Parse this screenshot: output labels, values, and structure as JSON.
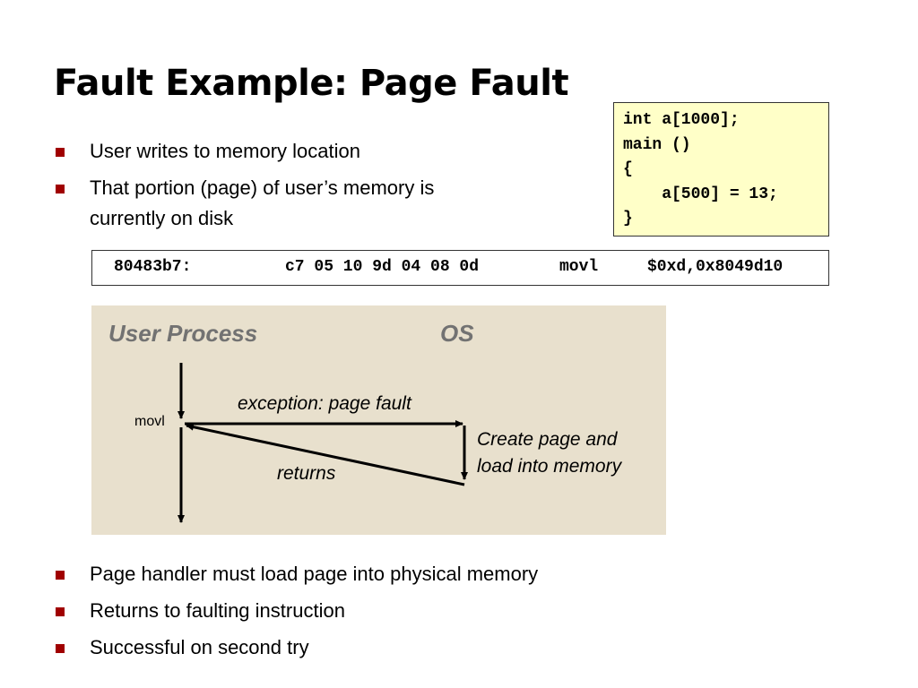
{
  "title": "Fault Example: Page Fault",
  "bullets_top": [
    "User writes to memory location",
    "That portion (page) of user’s memory is currently on disk"
  ],
  "code_lines": [
    "int a[1000];",
    "main ()",
    "{",
    "    a[500] = 13;",
    "}"
  ],
  "asm": {
    "address": "80483b7:",
    "bytes": "c7 05 10 9d 04 08 0d",
    "mnemonic": "movl",
    "operands": "$0xd,0x8049d10"
  },
  "diagram": {
    "user_process_label": "User Process",
    "os_label": "OS",
    "movl_label": "movl",
    "exception_label": "exception: page fault",
    "returns_label": "returns",
    "handler_line1": "Create page and",
    "handler_line2": "load into memory"
  },
  "bullets_bottom": [
    "Page handler must load page into physical memory",
    "Returns to faulting instruction",
    "Successful on second try"
  ],
  "colors": {
    "bullet": "#a00000",
    "code_bg": "#ffffc8",
    "diagram_bg": "#e8e0cd",
    "diagram_header": "#727272"
  }
}
